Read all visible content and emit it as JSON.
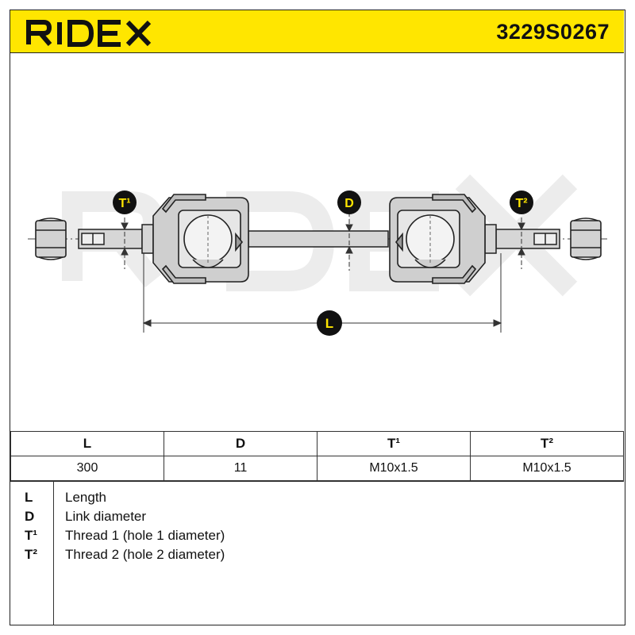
{
  "header": {
    "brand": "RIDEX",
    "part_number": "3229S0267"
  },
  "diagram": {
    "callouts": {
      "t1": "T¹",
      "d": "D",
      "t2": "T²",
      "l": "L"
    },
    "watermark": "RIDEX"
  },
  "spec_table": {
    "headers": [
      "L",
      "D",
      "T¹",
      "T²"
    ],
    "values": [
      "300",
      "11",
      "M10x1.5",
      "M10x1.5"
    ]
  },
  "legend": [
    {
      "key": "L",
      "desc": "Length"
    },
    {
      "key": "D",
      "desc": "Link diameter"
    },
    {
      "key": "T¹",
      "desc": "Thread 1 (hole 1 diameter)"
    },
    {
      "key": "T²",
      "desc": "Thread 2 (hole 2 diameter)"
    }
  ],
  "colors": {
    "brand_yellow": "#ffe600",
    "part_fill": "#cfcfcf",
    "callout_bg": "#111111",
    "callout_text": "#ffe600"
  }
}
